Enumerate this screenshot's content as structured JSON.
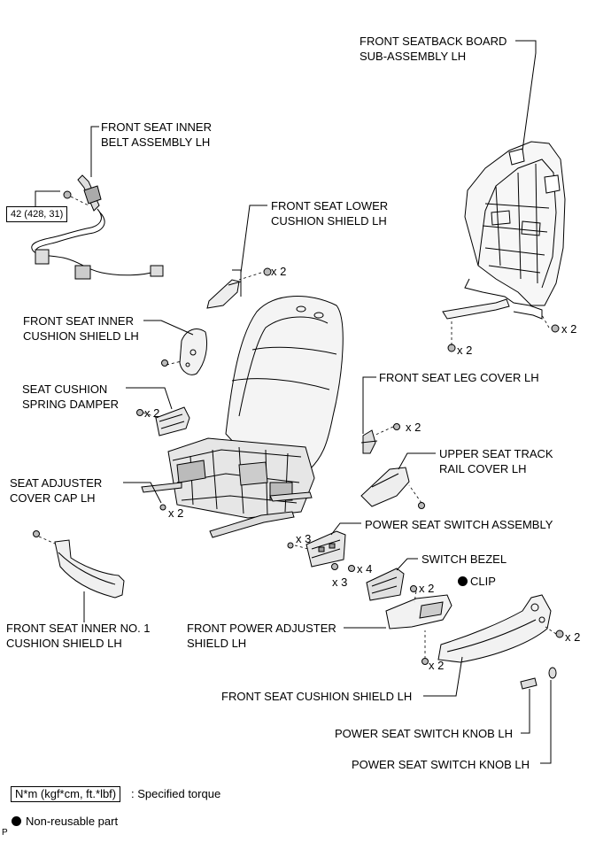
{
  "labels": {
    "seatback_board_1": "FRONT SEATBACK BOARD",
    "seatback_board_2": "SUB-ASSEMBLY LH",
    "inner_belt_1": "FRONT SEAT INNER",
    "inner_belt_2": "BELT ASSEMBLY LH",
    "lower_cushion_shield_1": "FRONT SEAT LOWER",
    "lower_cushion_shield_2": "CUSHION SHIELD LH",
    "inner_cushion_shield_1": "FRONT SEAT INNER",
    "inner_cushion_shield_2": "CUSHION SHIELD LH",
    "spring_damper_1": "SEAT CUSHION",
    "spring_damper_2": "SPRING DAMPER",
    "leg_cover": "FRONT SEAT LEG COVER LH",
    "upper_track_cover_1": "UPPER SEAT TRACK",
    "upper_track_cover_2": "RAIL COVER LH",
    "adjuster_cap_1": "SEAT ADJUSTER",
    "adjuster_cap_2": "COVER CAP LH",
    "power_switch_assy": "POWER SEAT SWITCH ASSEMBLY",
    "switch_bezel": "SWITCH BEZEL",
    "clip": "CLIP",
    "inner_no1_shield_1": "FRONT SEAT INNER NO. 1",
    "inner_no1_shield_2": "CUSHION SHIELD LH",
    "power_adjuster_shield_1": "FRONT POWER ADJUSTER",
    "power_adjuster_shield_2": "SHIELD LH",
    "cushion_shield": "FRONT SEAT CUSHION SHIELD LH",
    "switch_knob_a": "POWER SEAT SWITCH KNOB LH",
    "switch_knob_b": "POWER SEAT SWITCH KNOB LH"
  },
  "quantities": {
    "q_lower_shield": "x 2",
    "q_seatback": "x 2",
    "q_seatback_bottom": "x 2",
    "q_spring_damper": "x 2",
    "q_leg_cover": "x 2",
    "q_adjuster_cap": "x 2",
    "q_switch_top": "x 3",
    "q_switch_4": "x 4",
    "q_switch_bottom": "x 3",
    "q_bezel": "x 2",
    "q_adjuster_shield": "x 2",
    "q_cushion_shield": "x 2"
  },
  "torque": "42 (428, 31)",
  "legend": {
    "torque_unit": "N*m (kgf*cm, ft.*lbf)",
    "torque_text": ": Specified torque",
    "non_reusable": "Non-reusable part"
  },
  "corner_mark": "P"
}
